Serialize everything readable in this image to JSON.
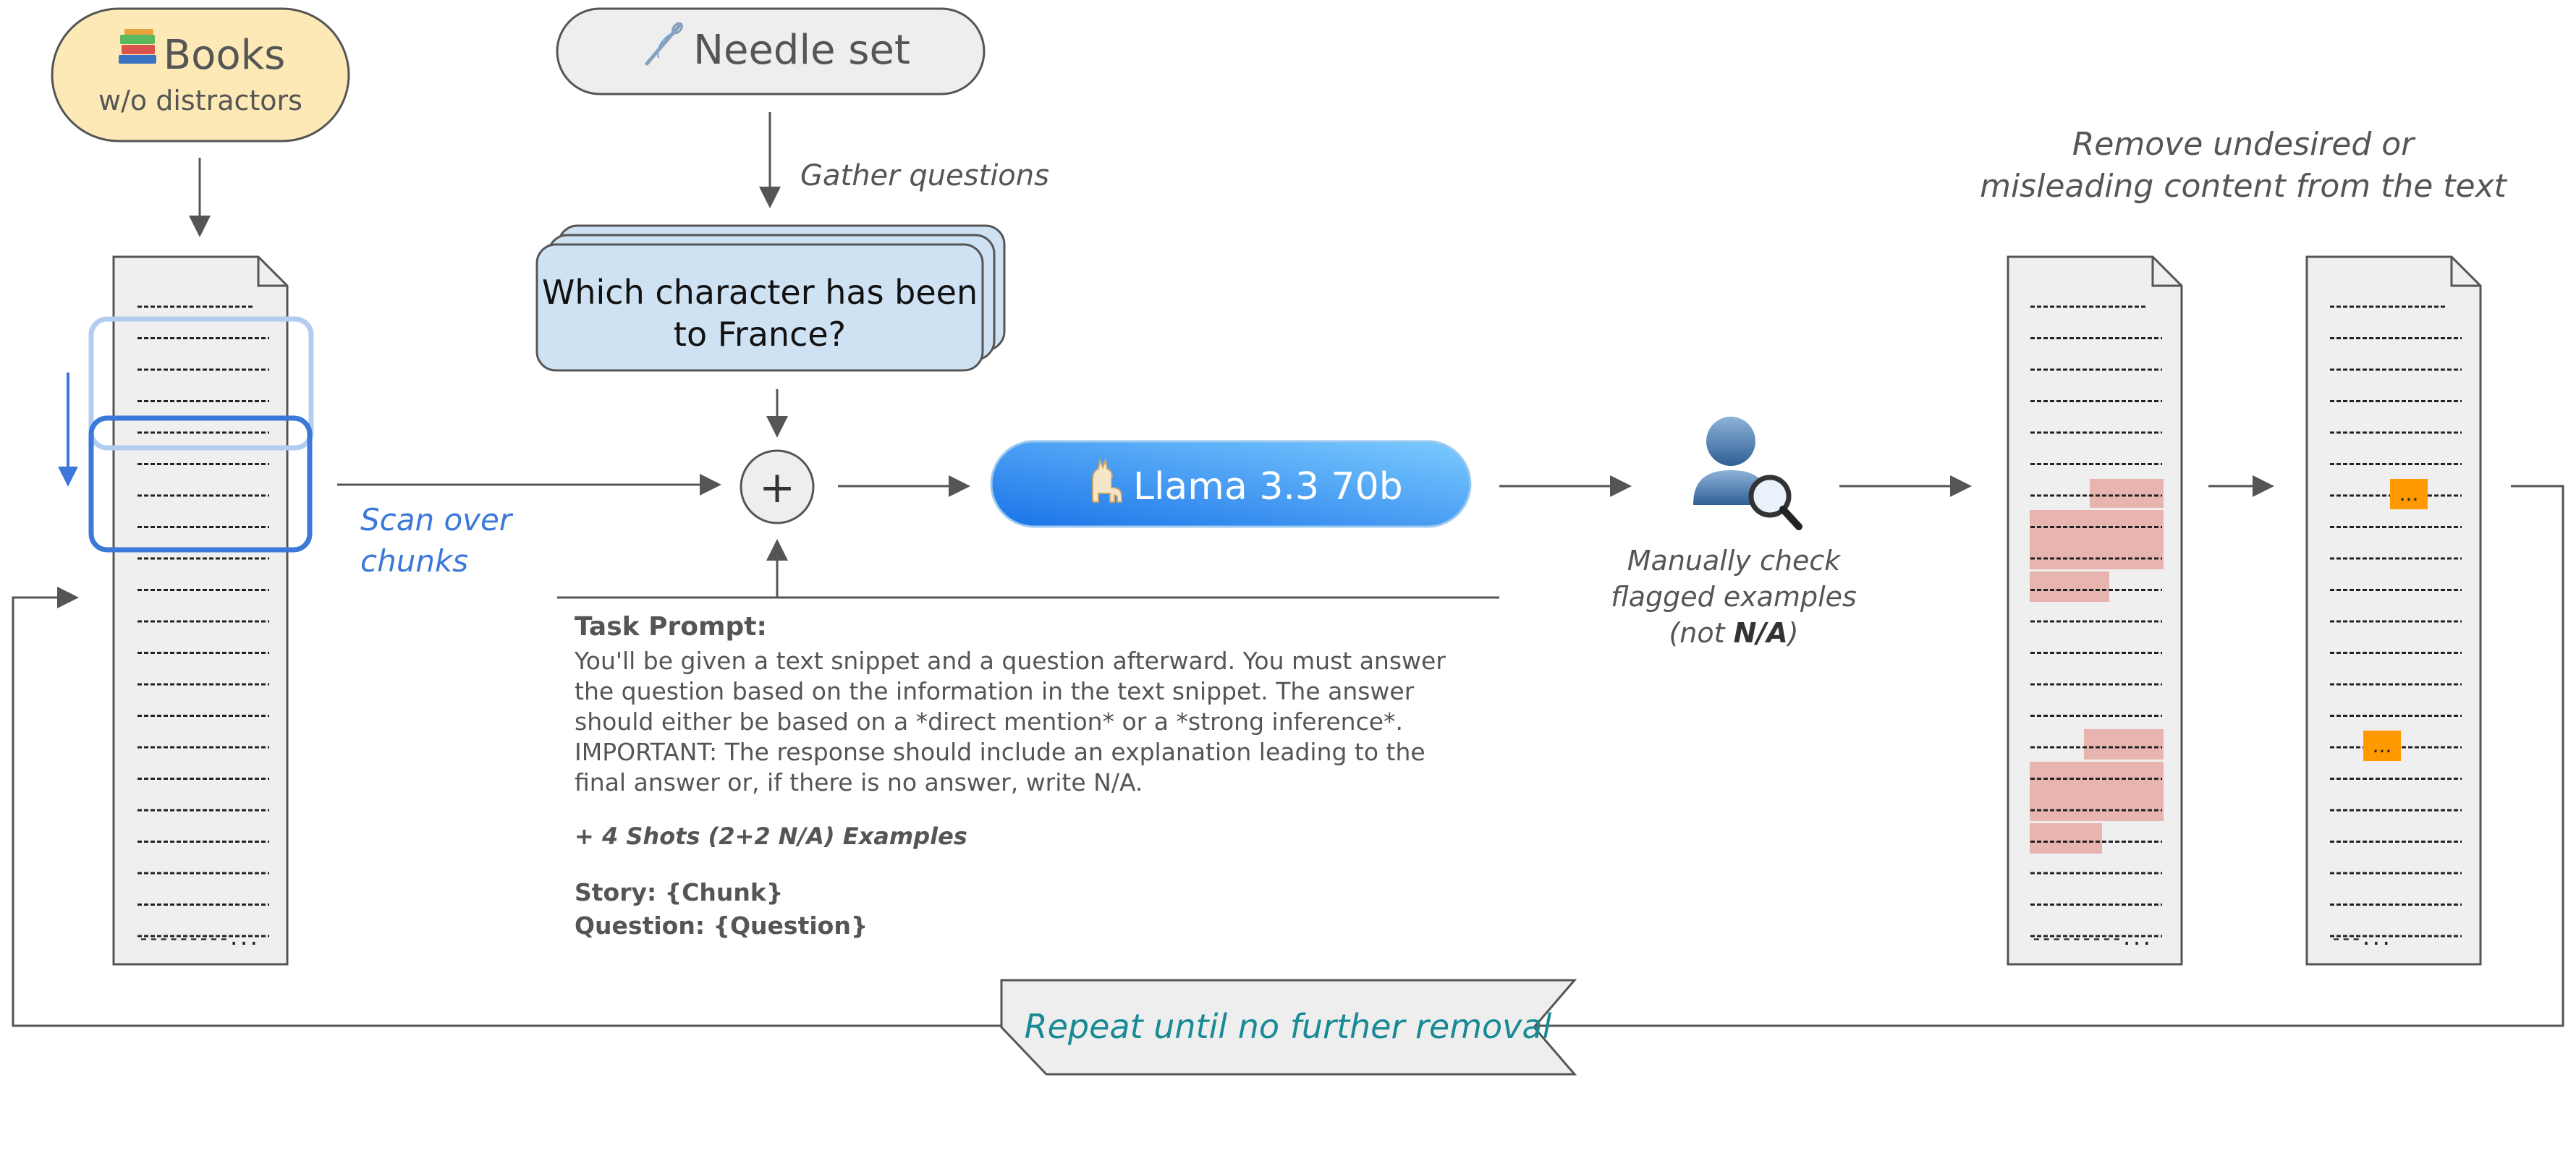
{
  "books": {
    "icon": "books-icon",
    "title": "Books",
    "subtitle": "w/o distractors"
  },
  "needle": {
    "icon": "needle-icon",
    "title": "Needle set"
  },
  "gather_label": "Gather questions",
  "question": {
    "line1": "Which character has been",
    "line2": "to France?"
  },
  "plus": "+",
  "llm": {
    "icon": "llama-icon",
    "label": "Llama 3.3 70b"
  },
  "scan": {
    "line1": "Scan over",
    "line2": "chunks"
  },
  "manual": {
    "icon": "person-magnifier-icon",
    "line1": "Manually check",
    "line2": "flagged examples",
    "line3_prefix": "(not ",
    "line3_bold": "N/A",
    "line3_suffix": ")"
  },
  "remove": {
    "line1": "Remove undesired or",
    "line2": "misleading content from the text"
  },
  "task": {
    "heading": "Task Prompt:",
    "body": "You'll be given a text snippet and a question afterward. You must answer the question based on the information in the text snippet. The answer should either be based on a *direct mention* or a *strong inference*. IMPORTANT: The response should include an explanation leading to the final answer or, if there is no answer, write N/A.",
    "shots": "+ 4 Shots (2+2 N/A) Examples",
    "story": "Story: {Chunk}",
    "question": "Question: {Question}"
  },
  "repeat_label": "Repeat until no further removal",
  "doc_end": {
    "doc1": "---------...",
    "doc2": "---------...",
    "doc3": "---..."
  },
  "replaced_marker": "...",
  "colors": {
    "gray_line": "#555555",
    "books_fill": "#fde9b5",
    "question_fill": "#cfe2f3",
    "llm_gradient_start": "#1a73e8",
    "llm_gradient_end": "#6ec6ff",
    "scan_blue": "#3b78d8",
    "scan_light_blue": "#b3ccf1",
    "removed_highlight": "#e8b4b0",
    "replaced_highlight": "#ff9900",
    "repeat_text": "#178a96"
  }
}
